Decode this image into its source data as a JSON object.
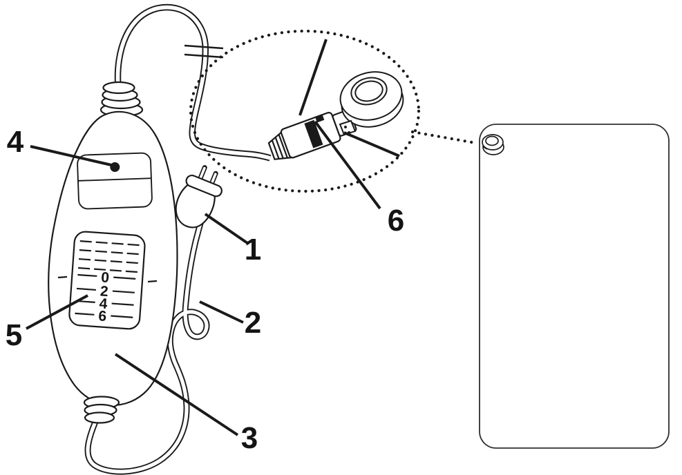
{
  "figure": {
    "type": "parts-diagram",
    "callouts": [
      {
        "number": "1",
        "target": "power-plug"
      },
      {
        "number": "2",
        "target": "power-cord"
      },
      {
        "number": "3",
        "target": "controller-body"
      },
      {
        "number": "4",
        "target": "indicator-light"
      },
      {
        "number": "5",
        "target": "level-display"
      },
      {
        "number": "6",
        "target": "pad-connector"
      }
    ],
    "display": {
      "levels": [
        "0",
        "2",
        "4",
        "6"
      ]
    },
    "colors": {
      "line": "#1a1a1a",
      "background": "#ffffff"
    }
  }
}
